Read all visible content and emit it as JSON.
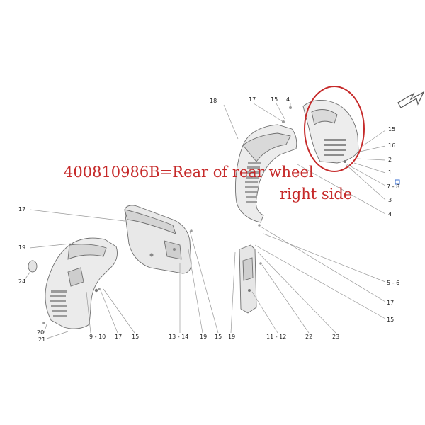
{
  "caption": {
    "line1": "400810986B=Rear of rear wheel",
    "line2": "right side"
  },
  "colors": {
    "caption": "#c62a2a",
    "highlight": "#c62a2a",
    "direction_arrow": "#555555"
  },
  "callouts": {
    "c18": "18",
    "c17_top": "17",
    "c15_top": "15",
    "c4_top": "4",
    "c15_right": "15",
    "c16_right": "16",
    "c2_right": "2",
    "c1_right": "1",
    "c7_8_right": "7 - 8",
    "c3_right": "3",
    "c4_right": "4",
    "c17_left": "17",
    "c19_left": "19",
    "c24_left": "24",
    "c20_bottom": "20",
    "c21_bottom": "21",
    "c9_10_bottom": "9 - 10",
    "c17_bottom": "17",
    "c15_bottom": "15",
    "c13_14_bottom": "13 - 14",
    "c19_bottom": "19",
    "c15_bottom2": "15",
    "c19_bottom2": "19",
    "c11_12_bottom": "11 - 12",
    "c22_bottom": "22",
    "c23_bottom": "23",
    "c5_6_right": "5 - 6",
    "c17_right_low": "17",
    "c15_right_low": "15"
  },
  "icons": {
    "direction_arrow": "arrow-down-left-icon",
    "highlight_circle": "highlight-circle",
    "blue_marker": "square-marker-icon"
  }
}
